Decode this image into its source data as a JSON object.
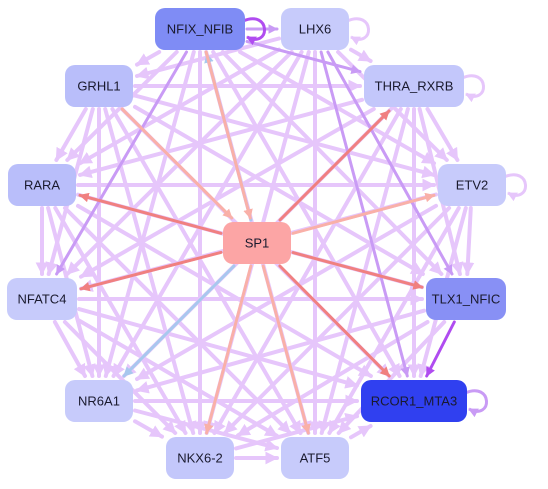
{
  "graph": {
    "nodes": [
      {
        "id": "NFIX_NFIB",
        "label": "NFIX_NFIB",
        "color": "#7f8cf5",
        "text_color": "#1a1a2e"
      },
      {
        "id": "LHX6",
        "label": "LHX6",
        "color": "#c7cbfb",
        "text_color": "#1a1a2e"
      },
      {
        "id": "GRHL1",
        "label": "GRHL1",
        "color": "#b9befa",
        "text_color": "#1a1a2e"
      },
      {
        "id": "THRA_RXRB",
        "label": "THRA_RXRB",
        "color": "#c3c7fb",
        "text_color": "#1a1a2e"
      },
      {
        "id": "RARA",
        "label": "RARA",
        "color": "#b9befa",
        "text_color": "#1a1a2e"
      },
      {
        "id": "ETV2",
        "label": "ETV2",
        "color": "#c7cbfb",
        "text_color": "#1a1a2e"
      },
      {
        "id": "SP1",
        "label": "SP1",
        "color": "#fca5a5",
        "text_color": "#1a1a2e"
      },
      {
        "id": "NFATC4",
        "label": "NFATC4",
        "color": "#c7cbfb",
        "text_color": "#1a1a2e"
      },
      {
        "id": "TLX1_NFIC",
        "label": "TLX1_NFIC",
        "color": "#8890f5",
        "text_color": "#1a1a2e"
      },
      {
        "id": "NR6A1",
        "label": "NR6A1",
        "color": "#c7cbfb",
        "text_color": "#1a1a2e"
      },
      {
        "id": "RCOR1_MTA3",
        "label": "RCOR1_MTA3",
        "color": "#3040f0",
        "text_color": "#ffffff"
      },
      {
        "id": "NKX6-2",
        "label": "NKX6-2",
        "color": "#c3c7fb",
        "text_color": "#1a1a2e"
      },
      {
        "id": "ATF5",
        "label": "ATF5",
        "color": "#c7cbfb",
        "text_color": "#1a1a2e"
      }
    ],
    "edge_colors": {
      "default": "#e6c6fb",
      "strong": "#c99bf5",
      "activating": "#f08080",
      "activating_light": "#f9b0a8",
      "inhibiting": "#a8c8ee",
      "highlight": "#b04cf0"
    },
    "edges": [
      {
        "from": "SP1",
        "to": "NFIX_NFIB",
        "kind": "inhibiting"
      },
      {
        "from": "SP1",
        "to": "THRA_RXRB",
        "kind": "activating"
      },
      {
        "from": "SP1",
        "to": "ETV2",
        "kind": "activating_light"
      },
      {
        "from": "SP1",
        "to": "TLX1_NFIC",
        "kind": "activating"
      },
      {
        "from": "SP1",
        "to": "RCOR1_MTA3",
        "kind": "activating"
      },
      {
        "from": "SP1",
        "to": "RARA",
        "kind": "activating"
      },
      {
        "from": "SP1",
        "to": "NFATC4",
        "kind": "activating"
      },
      {
        "from": "SP1",
        "to": "ATF5",
        "kind": "activating_light"
      },
      {
        "from": "SP1",
        "to": "NKX6-2",
        "kind": "activating_light"
      },
      {
        "from": "SP1",
        "to": "NR6A1",
        "kind": "inhibiting"
      },
      {
        "from": "GRHL1",
        "to": "SP1",
        "kind": "activating_light"
      },
      {
        "from": "NFIX_NFIB",
        "to": "SP1",
        "kind": "activating_light"
      },
      {
        "from": "TLX1_NFIC",
        "to": "RCOR1_MTA3",
        "kind": "highlight"
      },
      {
        "from": "NFIX_NFIB",
        "to": "LHX6",
        "kind": "strong"
      },
      {
        "from": "NFIX_NFIB",
        "to": "THRA_RXRB",
        "kind": "strong"
      },
      {
        "from": "NFIX_NFIB",
        "to": "GRHL1",
        "kind": "default"
      },
      {
        "from": "NFIX_NFIB",
        "to": "RARA",
        "kind": "default"
      },
      {
        "from": "NFIX_NFIB",
        "to": "NFATC4",
        "kind": "strong"
      },
      {
        "from": "NFIX_NFIB",
        "to": "NR6A1",
        "kind": "default"
      },
      {
        "from": "NFIX_NFIB",
        "to": "NKX6-2",
        "kind": "default"
      },
      {
        "from": "NFIX_NFIB",
        "to": "ATF5",
        "kind": "default"
      },
      {
        "from": "NFIX_NFIB",
        "to": "RCOR1_MTA3",
        "kind": "default"
      },
      {
        "from": "NFIX_NFIB",
        "to": "TLX1_NFIC",
        "kind": "default"
      },
      {
        "from": "NFIX_NFIB",
        "to": "ETV2",
        "kind": "default"
      },
      {
        "from": "LHX6",
        "to": "THRA_RXRB",
        "kind": "default"
      },
      {
        "from": "LHX6",
        "to": "GRHL1",
        "kind": "default"
      },
      {
        "from": "LHX6",
        "to": "RARA",
        "kind": "default"
      },
      {
        "from": "LHX6",
        "to": "NFATC4",
        "kind": "default"
      },
      {
        "from": "LHX6",
        "to": "NR6A1",
        "kind": "default"
      },
      {
        "from": "LHX6",
        "to": "NKX6-2",
        "kind": "default"
      },
      {
        "from": "LHX6",
        "to": "ATF5",
        "kind": "default"
      },
      {
        "from": "LHX6",
        "to": "RCOR1_MTA3",
        "kind": "strong"
      },
      {
        "from": "LHX6",
        "to": "TLX1_NFIC",
        "kind": "strong"
      },
      {
        "from": "LHX6",
        "to": "ETV2",
        "kind": "default"
      },
      {
        "from": "GRHL1",
        "to": "THRA_RXRB",
        "kind": "default"
      },
      {
        "from": "GRHL1",
        "to": "RARA",
        "kind": "default"
      },
      {
        "from": "GRHL1",
        "to": "NFATC4",
        "kind": "default"
      },
      {
        "from": "GRHL1",
        "to": "NR6A1",
        "kind": "default"
      },
      {
        "from": "GRHL1",
        "to": "NKX6-2",
        "kind": "default"
      },
      {
        "from": "GRHL1",
        "to": "ATF5",
        "kind": "default"
      },
      {
        "from": "GRHL1",
        "to": "RCOR1_MTA3",
        "kind": "default"
      },
      {
        "from": "GRHL1",
        "to": "TLX1_NFIC",
        "kind": "default"
      },
      {
        "from": "GRHL1",
        "to": "ETV2",
        "kind": "default"
      },
      {
        "from": "THRA_RXRB",
        "to": "RARA",
        "kind": "default"
      },
      {
        "from": "THRA_RXRB",
        "to": "NFATC4",
        "kind": "default"
      },
      {
        "from": "THRA_RXRB",
        "to": "NR6A1",
        "kind": "default"
      },
      {
        "from": "THRA_RXRB",
        "to": "NKX6-2",
        "kind": "default"
      },
      {
        "from": "THRA_RXRB",
        "to": "ATF5",
        "kind": "default"
      },
      {
        "from": "THRA_RXRB",
        "to": "RCOR1_MTA3",
        "kind": "default"
      },
      {
        "from": "THRA_RXRB",
        "to": "TLX1_NFIC",
        "kind": "default"
      },
      {
        "from": "THRA_RXRB",
        "to": "ETV2",
        "kind": "default"
      },
      {
        "from": "RARA",
        "to": "ETV2",
        "kind": "default"
      },
      {
        "from": "RARA",
        "to": "NFATC4",
        "kind": "default"
      },
      {
        "from": "RARA",
        "to": "NR6A1",
        "kind": "default"
      },
      {
        "from": "RARA",
        "to": "NKX6-2",
        "kind": "default"
      },
      {
        "from": "RARA",
        "to": "ATF5",
        "kind": "default"
      },
      {
        "from": "RARA",
        "to": "RCOR1_MTA3",
        "kind": "default"
      },
      {
        "from": "RARA",
        "to": "TLX1_NFIC",
        "kind": "default"
      },
      {
        "from": "ETV2",
        "to": "NFATC4",
        "kind": "default"
      },
      {
        "from": "ETV2",
        "to": "NR6A1",
        "kind": "default"
      },
      {
        "from": "ETV2",
        "to": "NKX6-2",
        "kind": "default"
      },
      {
        "from": "ETV2",
        "to": "ATF5",
        "kind": "default"
      },
      {
        "from": "ETV2",
        "to": "RCOR1_MTA3",
        "kind": "default"
      },
      {
        "from": "ETV2",
        "to": "TLX1_NFIC",
        "kind": "default"
      },
      {
        "from": "NFATC4",
        "to": "TLX1_NFIC",
        "kind": "default"
      },
      {
        "from": "NFATC4",
        "to": "NR6A1",
        "kind": "default"
      },
      {
        "from": "NFATC4",
        "to": "NKX6-2",
        "kind": "default"
      },
      {
        "from": "NFATC4",
        "to": "ATF5",
        "kind": "default"
      },
      {
        "from": "NFATC4",
        "to": "RCOR1_MTA3",
        "kind": "default"
      },
      {
        "from": "TLX1_NFIC",
        "to": "NR6A1",
        "kind": "default"
      },
      {
        "from": "TLX1_NFIC",
        "to": "NKX6-2",
        "kind": "default"
      },
      {
        "from": "TLX1_NFIC",
        "to": "ATF5",
        "kind": "default"
      },
      {
        "from": "NR6A1",
        "to": "NKX6-2",
        "kind": "default"
      },
      {
        "from": "NR6A1",
        "to": "ATF5",
        "kind": "default"
      },
      {
        "from": "NR6A1",
        "to": "RCOR1_MTA3",
        "kind": "default"
      },
      {
        "from": "NKX6-2",
        "to": "ATF5",
        "kind": "default"
      },
      {
        "from": "NKX6-2",
        "to": "RCOR1_MTA3",
        "kind": "default"
      },
      {
        "from": "ATF5",
        "to": "RCOR1_MTA3",
        "kind": "default"
      }
    ],
    "self_loops": [
      {
        "node": "NFIX_NFIB",
        "kind": "highlight"
      },
      {
        "node": "LHX6",
        "kind": "default"
      },
      {
        "node": "THRA_RXRB",
        "kind": "default"
      },
      {
        "node": "ETV2",
        "kind": "default"
      },
      {
        "node": "RCOR1_MTA3",
        "kind": "strong"
      }
    ]
  }
}
